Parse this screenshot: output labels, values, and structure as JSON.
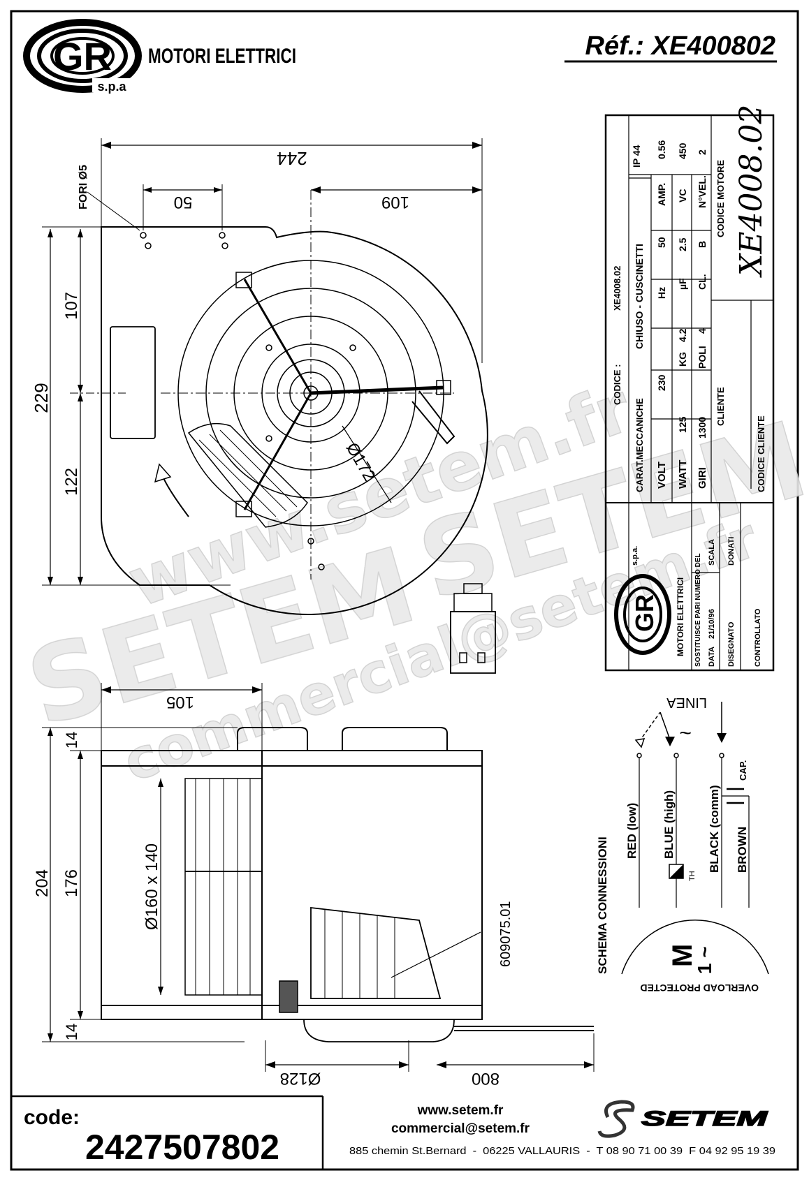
{
  "header": {
    "brand_letters": "GR",
    "brand_spa": "s.p.a",
    "brand_name": "MOTORI ELETTRICI",
    "reference": "Réf.: XE400802"
  },
  "dimensions": {
    "width_total": "244",
    "hole_spacing": "50",
    "offset_109": "109",
    "holes_label": "FORI Ø5",
    "height_total": "229",
    "height_upper": "107",
    "height_lower": "122",
    "wheel_diameter": "Ø172",
    "side_width": "105",
    "side_height": "204",
    "side_inner": "176",
    "top_margin": "14",
    "bottom_margin": "14",
    "impeller": "Ø160 x 140",
    "motor_diameter": "Ø128",
    "cable_length": "800",
    "part_number": "609075.01"
  },
  "table": {
    "codice_label": "CODICE :",
    "codice_value": "XE4008.02",
    "carat_label": "CARAT.MECCANICHE",
    "carat_value": "CHIUSO - CUSCINETTI",
    "ip": "IP 44",
    "row1": [
      "VOLT",
      "230",
      "Hz",
      "50",
      "AMP.",
      "0.56"
    ],
    "row2": [
      "WATT",
      "125",
      "KG",
      "4.2",
      "µF",
      "2.5",
      "VC",
      "450"
    ],
    "row3": [
      "GIRI",
      "1300",
      "POLI",
      "4",
      "CL.",
      "B",
      "N°VEL.",
      "2"
    ],
    "cliente_label": "CLIENTE",
    "codice_cliente_label": "CODICE CLIENTE",
    "codice_motore_label": "CODICE MOTORE",
    "codice_motore_value": "XE4008.02",
    "sost_label": "SOSTITUISCE PARI NUMERO DEL",
    "data_label": "DATA",
    "data_value": "21/10/96",
    "scala_label": "SCALA",
    "disegnato_label": "DISEGNATO",
    "donati_value": "DONATI",
    "controllato_label": "CONTROLLATO",
    "logo_text": "MOTORI ELETTRICI",
    "logo_spa": "s.p.a."
  },
  "wiring": {
    "title": "SCHEMA CONNESSIONI",
    "linea": "LINEA",
    "tilde": "~",
    "red": "RED (low)",
    "blue": "BLUE (high)",
    "black": "BLACK (comm)",
    "brown": "BROWN",
    "cap": "CAP.",
    "th": "TH",
    "motor_m": "M",
    "motor_1": "1 ~",
    "overload": "OVERLOAD PROTECTED"
  },
  "watermark": {
    "brand": "SETEM",
    "site": "www.setem.fr",
    "email": "commercial@setem.fr"
  },
  "footer": {
    "code_label": "code:",
    "code_value": "2427507802",
    "website": "www.setem.fr",
    "email": "commercial@setem.fr",
    "brand": "SETEM",
    "address": "885 chemin St.Bernard  -  06225 VALLAURIS  -  T 08 90 71 00 39  F 04 92 95 19 39"
  }
}
